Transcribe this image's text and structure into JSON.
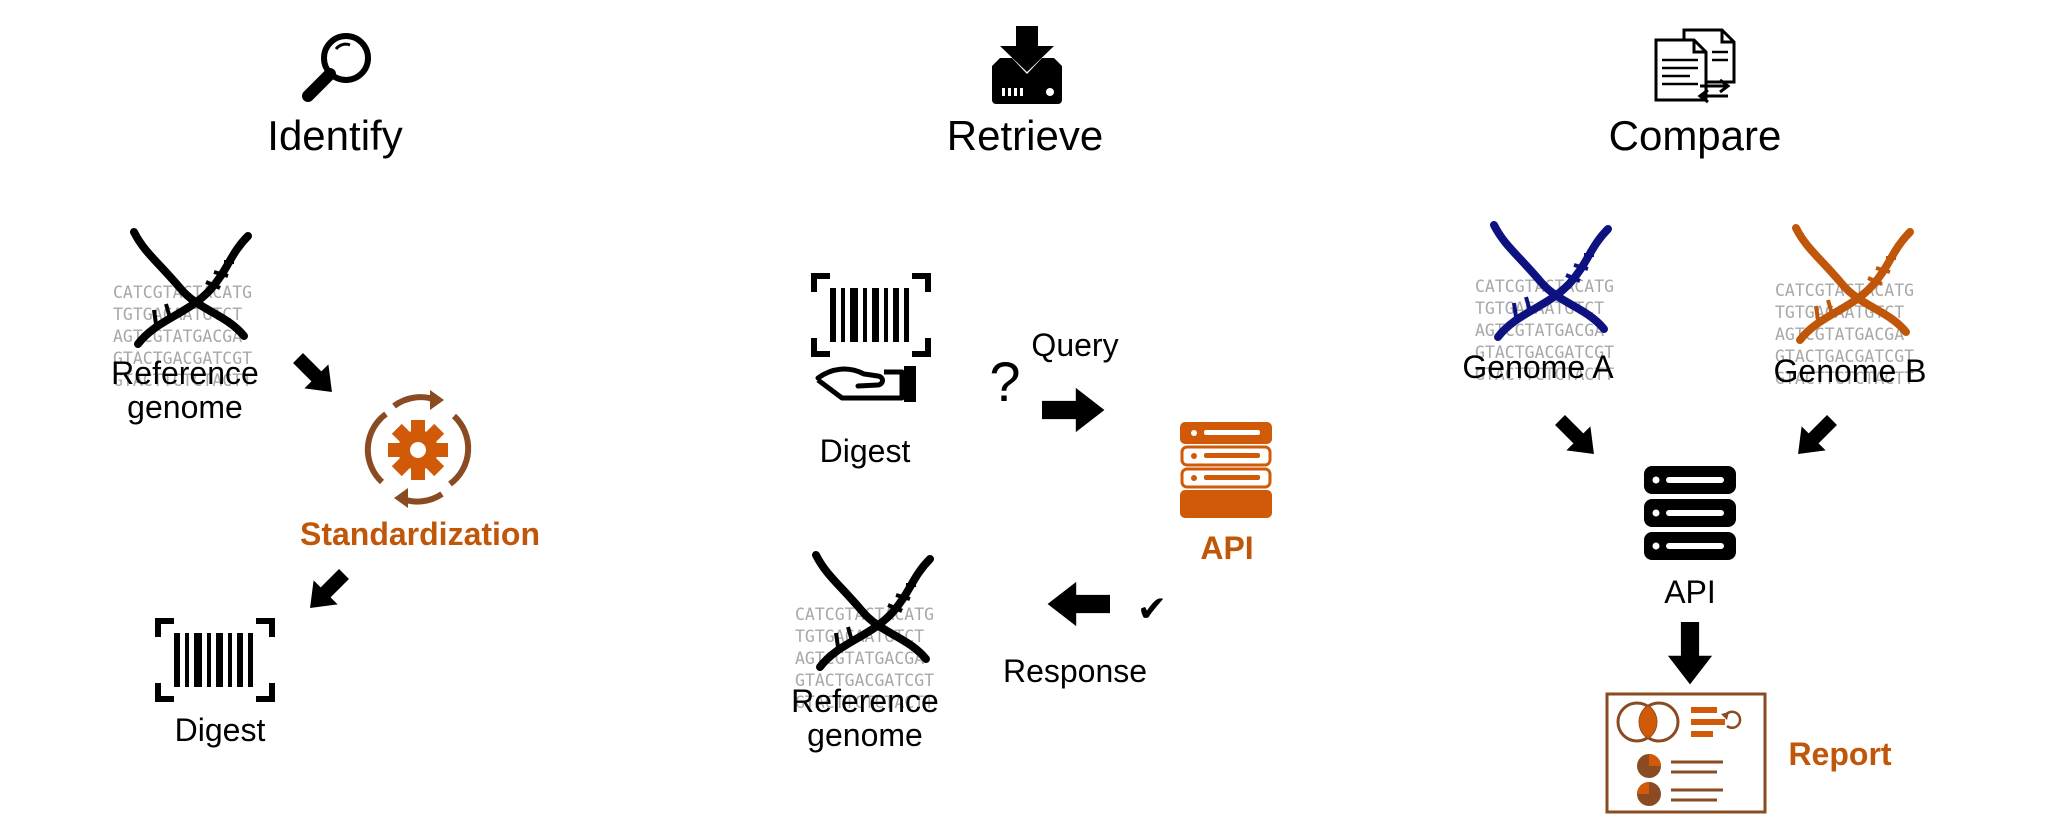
{
  "colors": {
    "orange": "#d05a07",
    "brown": "#8a4b22",
    "navy": "#0d1280",
    "black": "#000000",
    "sequence_gray": "#a8a8a8"
  },
  "sequence": [
    "CATCGTACTACATG",
    "TGTGACAATGTCT",
    "AGTCGTATGACGA",
    "GTACTGACGATCGT",
    "GTACTTCTCTACTT"
  ],
  "identify": {
    "title": "Identify",
    "icon": "magnifier-icon",
    "reference_label_line1": "Reference",
    "reference_label_line2": "genome",
    "standardization_label": "Standardization",
    "digest_label": "Digest"
  },
  "retrieve": {
    "title": "Retrieve",
    "icon": "download-drive-icon",
    "digest_label": "Digest",
    "query_label": "Query",
    "question_mark": "?",
    "api_label": "API",
    "checkmark": "✔",
    "response_label": "Response",
    "reference_label_line1": "Reference",
    "reference_label_line2": "genome"
  },
  "compare": {
    "title": "Compare",
    "icon": "compare-documents-icon",
    "genome_a_label": "Genome A",
    "genome_b_label": "Genome B",
    "api_label": "API",
    "report_label": "Report"
  }
}
